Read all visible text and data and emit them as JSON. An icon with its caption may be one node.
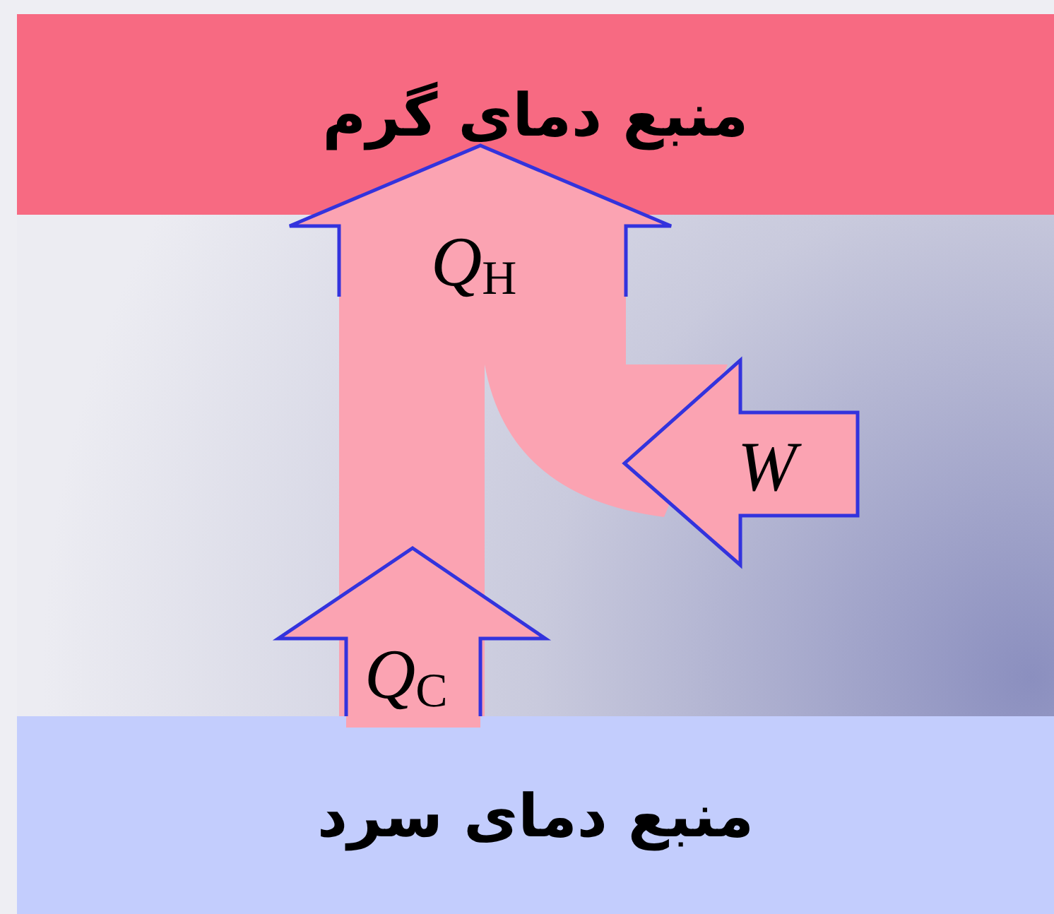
{
  "diagram": {
    "nodes": [
      {
        "text": [
          "منبع دمای گرم"
        ]
      },
      {
        "text": [
          "منبع دمای سرد"
        ]
      }
    ],
    "edges": [
      {
        "from": 1,
        "to": 0,
        "arrow": "to"
      }
    ],
    "labels": [
      "Q$_{H}$",
      "W",
      "Q$_{C}$"
    ]
  }
}
